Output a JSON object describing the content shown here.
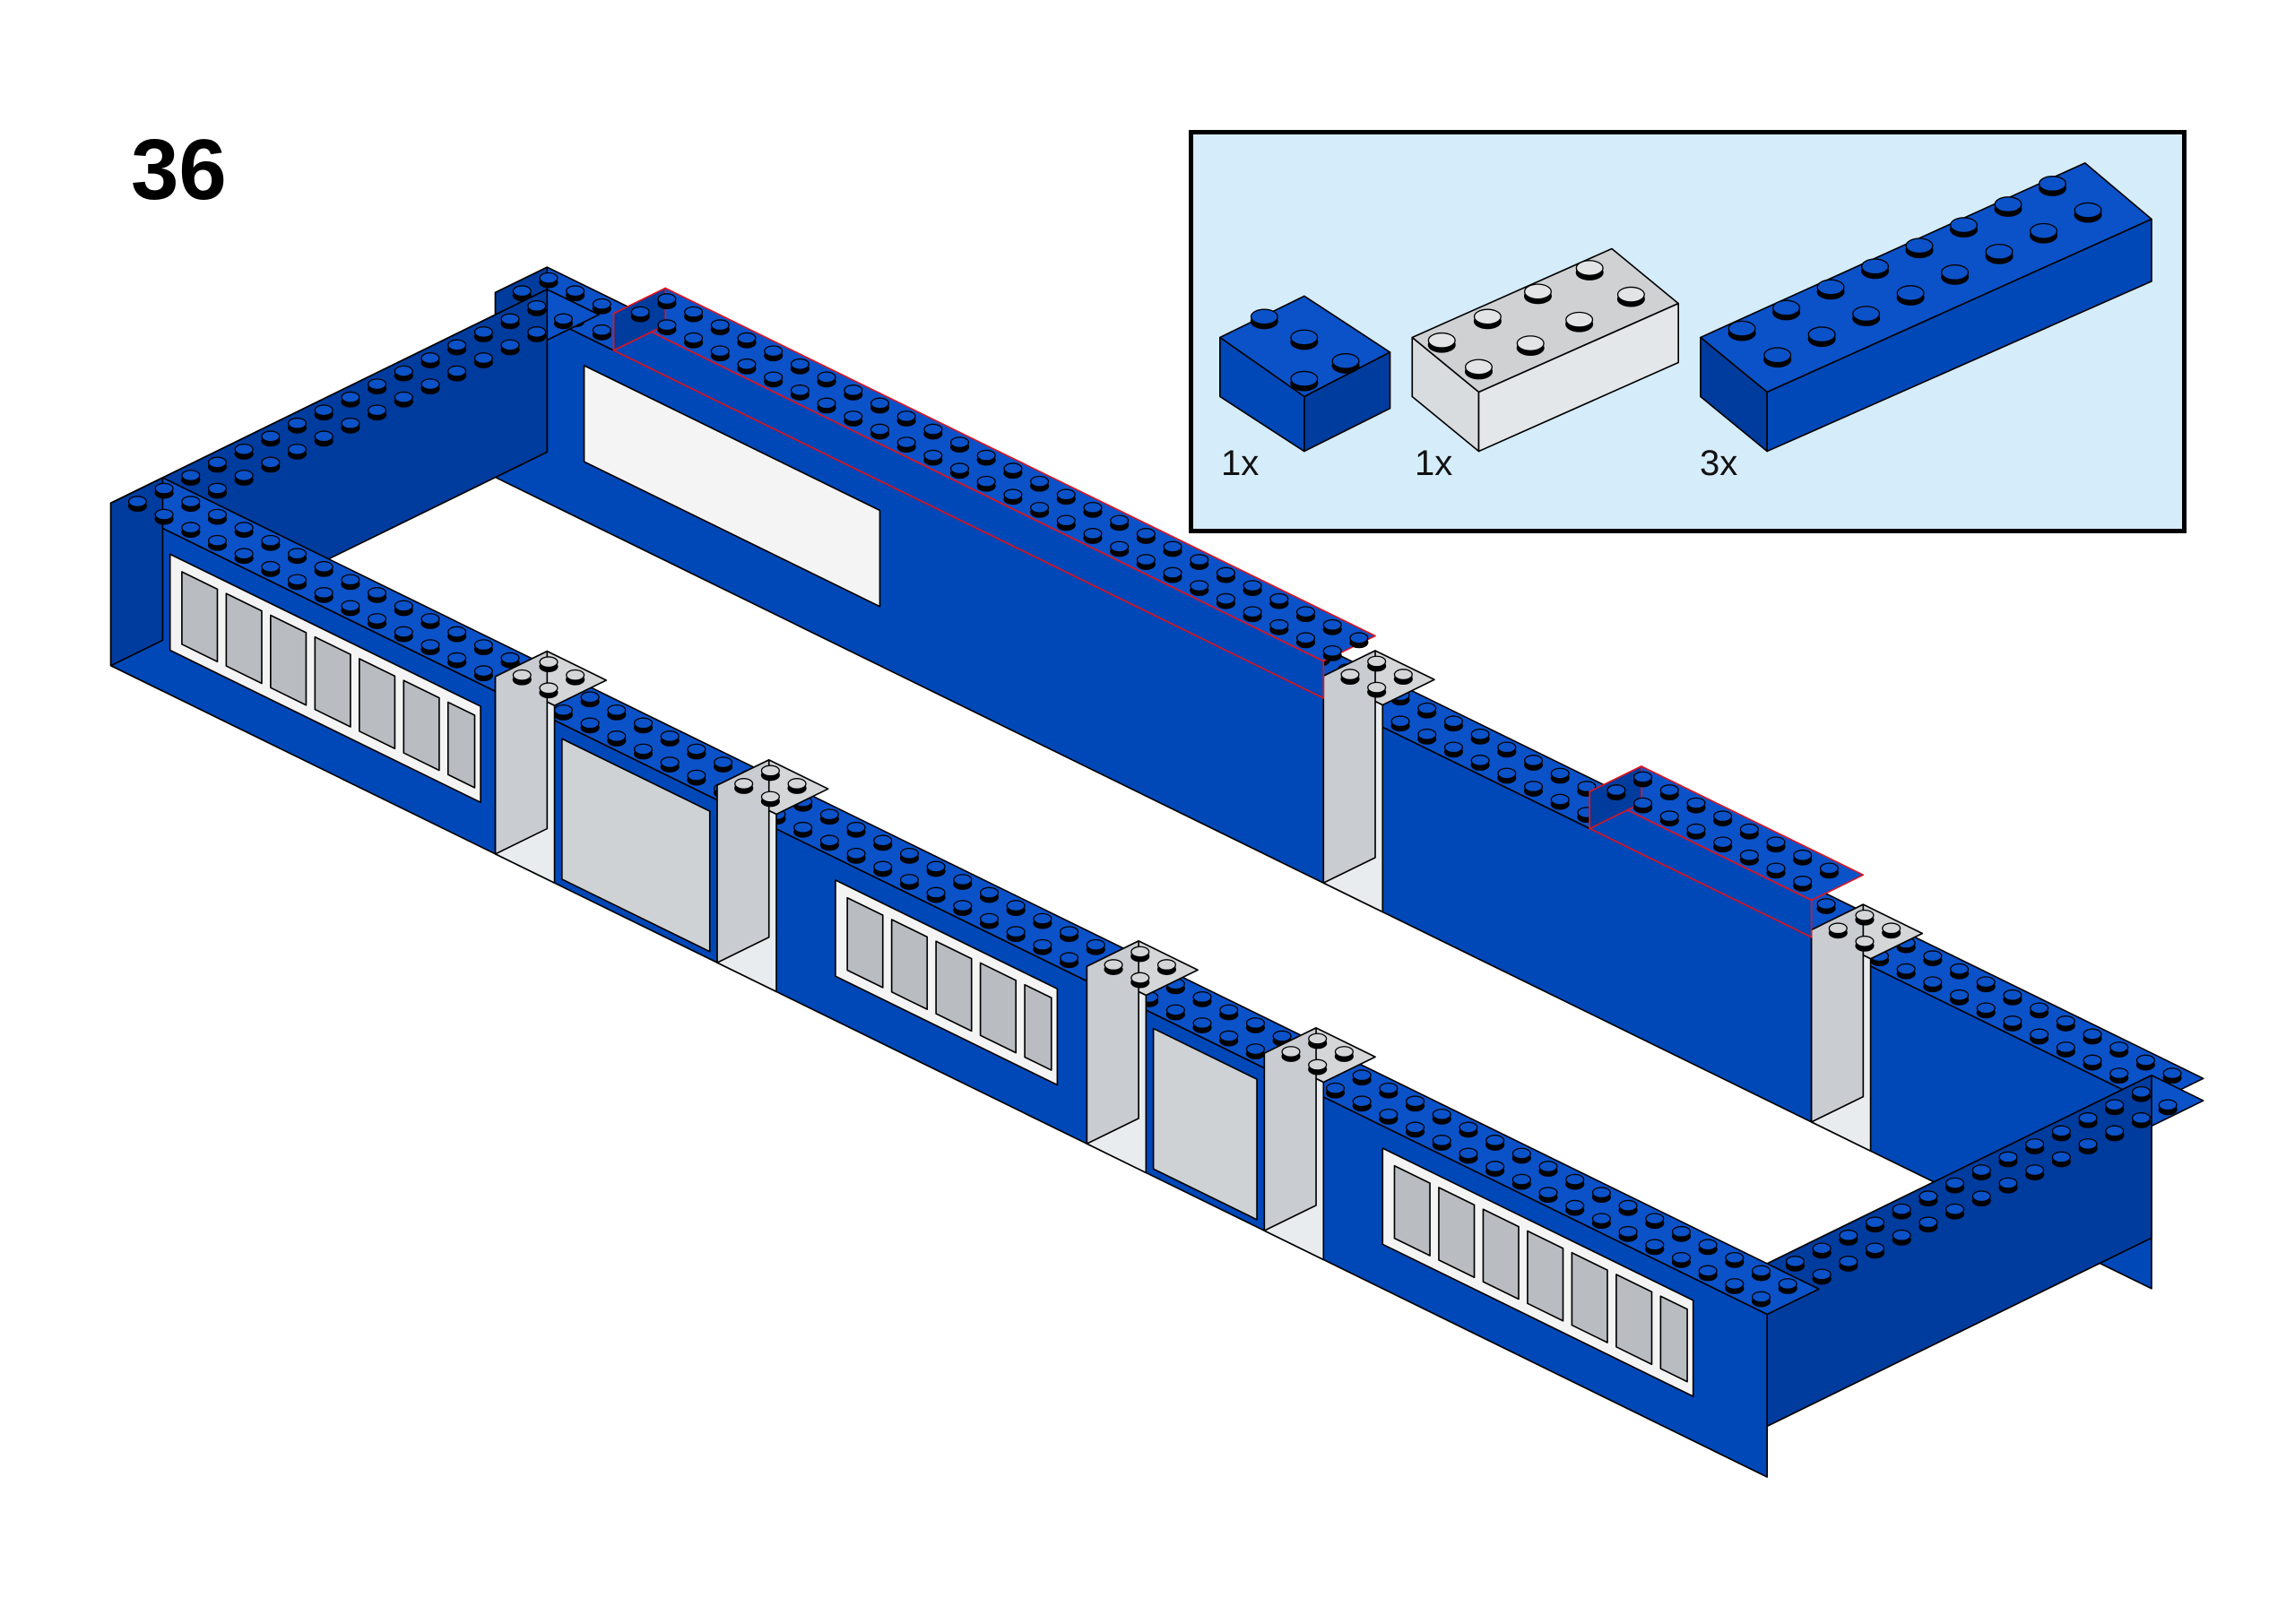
{
  "step": {
    "number": "36"
  },
  "parts_list": {
    "background": "#d5ecfb",
    "parts": [
      {
        "qty": "1x",
        "color": "blue",
        "size": "2x2"
      },
      {
        "qty": "1x",
        "color": "transparent clear",
        "size": "2x4"
      },
      {
        "qty": "3x",
        "color": "blue",
        "size": "2x8"
      }
    ]
  },
  "colors": {
    "blue": "#0a4fc6",
    "highlight": "#e0141e",
    "clear": "#d8dde2"
  }
}
